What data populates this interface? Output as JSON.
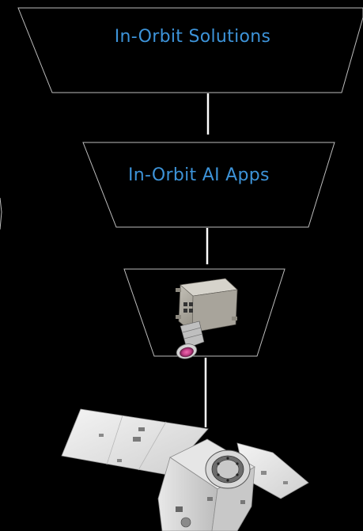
{
  "diagram": {
    "tiers": [
      {
        "label": "In-Orbit Solutions"
      },
      {
        "label": "In-Orbit AI Apps"
      },
      {
        "label": ""
      }
    ],
    "images": {
      "camera_payload": "camera-payload-illustration",
      "satellite": "satellite-illustration"
    },
    "colors": {
      "background": "#000000",
      "outline": "#bdbdbd",
      "label_text": "#3d93d8",
      "connector": "#ffffff"
    }
  }
}
